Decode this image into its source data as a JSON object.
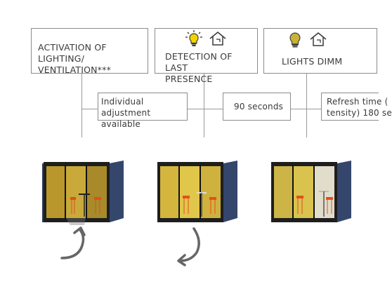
{
  "modes": [
    {
      "line1": "ACTIVATION OF LIGHTING/",
      "line2": "VENTILATION***"
    },
    {
      "line1": "DETECTION OF LAST",
      "line2": "PRESENCE",
      "icons": [
        "bulb-on-icon",
        "house-outline-icon"
      ]
    },
    {
      "line1": "LIGHTS DIMM",
      "icons": [
        "bulb-dim-icon",
        "house-outline-icon"
      ]
    }
  ],
  "settings": [
    {
      "line1": "Individual adjustment",
      "line2": "available"
    },
    {
      "line1": "90 seconds"
    },
    {
      "line1": "Refresh time (",
      "line2": "tensity) 180 se"
    }
  ],
  "pods": [
    {
      "state": "lit-occupied",
      "interior_color": "#c9a93a",
      "door_open": true
    },
    {
      "state": "lit-bright",
      "interior_color": "#e0c64a",
      "door_open": false
    },
    {
      "state": "dimmed",
      "interior_color": "#d9c24e",
      "door_open": false
    }
  ],
  "arrows": [
    {
      "direction": "clockwise-up"
    },
    {
      "direction": "counterclockwise-down"
    }
  ],
  "colors": {
    "line": "#9a9a9a",
    "box_border": "#8c8c8c",
    "bulb_yellow": "#f3d400",
    "pod_blue": "#2b3a5c"
  }
}
